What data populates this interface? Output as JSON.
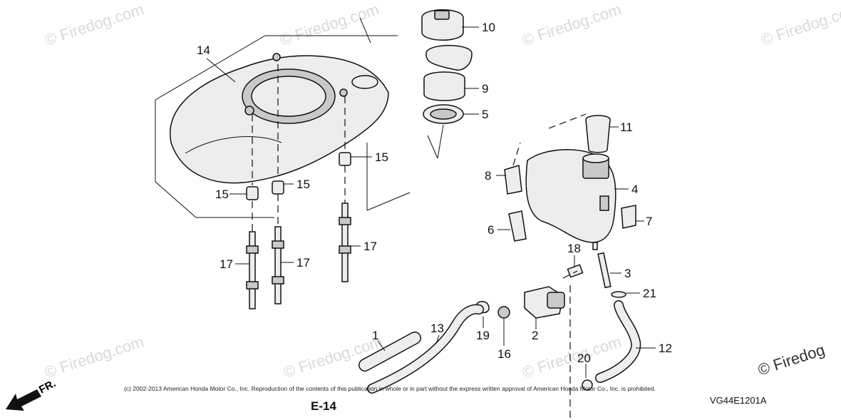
{
  "watermark": "© Firedog.com",
  "brand_watermark": "© Firedog",
  "copyright": "(c) 2002-2013 American Honda Motor Co., Inc. Reproduction of the contents of this publication in whole or in part without the express written approval of American Honda Motor Co., Inc. is prohibited.",
  "page_code": "E-14",
  "image_code": "VG44E1201A",
  "direction_label": "FR.",
  "callouts": [
    "14",
    "10",
    "9",
    "5",
    "11",
    "15",
    "15",
    "15",
    "8",
    "4",
    "7",
    "6",
    "17",
    "17",
    "17",
    "18",
    "3",
    "21",
    "1",
    "13",
    "19",
    "2",
    "16",
    "20",
    "12"
  ]
}
